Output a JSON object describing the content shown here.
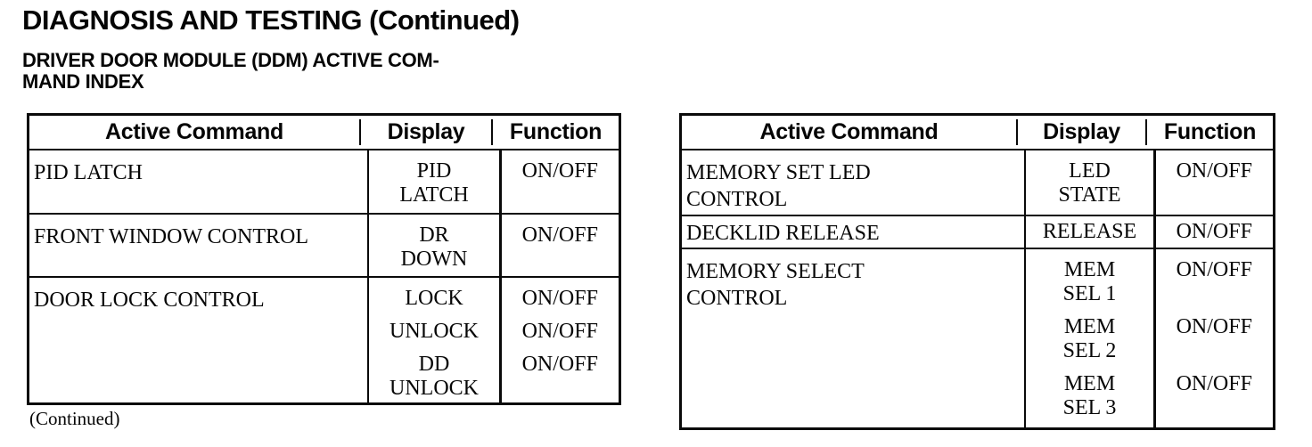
{
  "page": {
    "title": "DIAGNOSIS AND TESTING (Continued)",
    "heading": {
      "line1": "DRIVER DOOR MODULE (DDM) ACTIVE COM-",
      "line2": "MAND INDEX"
    },
    "continued_note": "(Continued)",
    "ink_color": "#060606",
    "paper_color": "#ffffff"
  },
  "tables": [
    {
      "headers": {
        "command": "Active Command",
        "display": "Display",
        "function": "Function"
      },
      "rows": [
        {
          "command_lines": [
            "PID LATCH"
          ],
          "entries": [
            {
              "display_lines": [
                "PID",
                "LATCH"
              ],
              "function": "ON/OFF"
            }
          ]
        },
        {
          "command_lines": [
            "FRONT WINDOW CONTROL"
          ],
          "entries": [
            {
              "display_lines": [
                "DR",
                "DOWN"
              ],
              "function": "ON/OFF"
            }
          ]
        },
        {
          "command_lines": [
            "DOOR LOCK CONTROL"
          ],
          "entries": [
            {
              "display_lines": [
                "LOCK"
              ],
              "function": "ON/OFF"
            },
            {
              "display_lines": [
                "UNLOCK"
              ],
              "function": "ON/OFF"
            },
            {
              "display_lines": [
                "DD",
                "UNLOCK"
              ],
              "function": "ON/OFF"
            }
          ]
        }
      ]
    },
    {
      "headers": {
        "command": "Active Command",
        "display": "Display",
        "function": "Function"
      },
      "rows": [
        {
          "command_lines": [
            "MEMORY SET LED",
            "CONTROL"
          ],
          "entries": [
            {
              "display_lines": [
                "LED",
                "STATE"
              ],
              "function": "ON/OFF"
            }
          ]
        },
        {
          "command_lines": [
            "DECKLID RELEASE"
          ],
          "entries": [
            {
              "display_lines": [
                "RELEASE"
              ],
              "function": "ON/OFF"
            }
          ]
        },
        {
          "command_lines": [
            "MEMORY SELECT",
            "CONTROL"
          ],
          "entries": [
            {
              "display_lines": [
                "MEM",
                "SEL 1"
              ],
              "function": "ON/OFF"
            },
            {
              "display_lines": [
                "MEM",
                "SEL 2"
              ],
              "function": "ON/OFF"
            },
            {
              "display_lines": [
                "MEM",
                "SEL 3"
              ],
              "function": "ON/OFF"
            }
          ]
        }
      ]
    }
  ]
}
